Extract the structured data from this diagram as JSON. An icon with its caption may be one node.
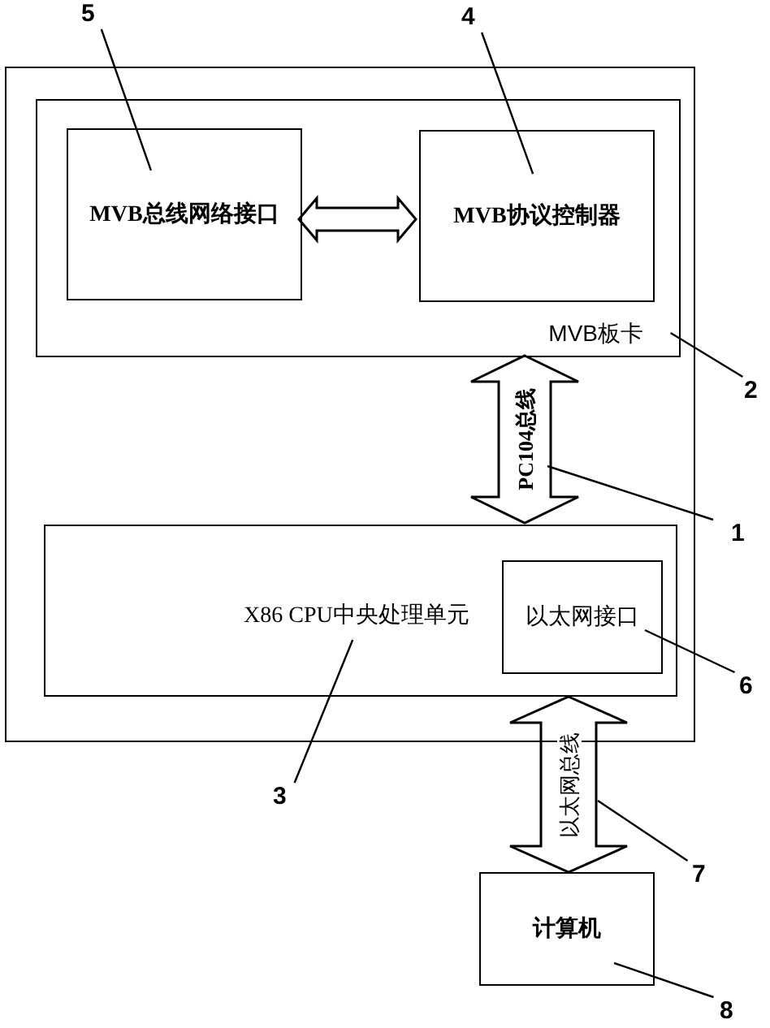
{
  "diagram": {
    "nodes": [
      {
        "text": [],
        "shape": "box"
      },
      {
        "text": [
          "MVB板卡"
        ],
        "in": 0
      },
      {
        "text": [
          "MVB总线网络接口"
        ],
        "in": 1
      },
      {
        "text": [
          "MVB协议控制器"
        ],
        "in": 1
      },
      {
        "text": [
          "X86 CPU中央处理单元"
        ],
        "in": 0
      },
      {
        "text": [
          "以太网接口"
        ],
        "in": 4
      },
      {
        "text": [
          "计算机"
        ]
      },
      {
        "text": [
          "5"
        ]
      },
      {
        "text": [
          "4"
        ]
      },
      {
        "text": [
          "2"
        ]
      },
      {
        "text": [
          "1"
        ]
      },
      {
        "text": [
          "3"
        ]
      },
      {
        "text": [
          "6"
        ]
      },
      {
        "text": [
          "7"
        ]
      },
      {
        "text": [
          "8"
        ]
      }
    ],
    "edges": [
      {
        "from": 2,
        "to": 3,
        "arrow": "both",
        "style": "thick"
      },
      {
        "from": 1,
        "to": 4,
        "arrow": "both",
        "style": "thick",
        "label": "PC104总线"
      },
      {
        "from": 4,
        "to": 6,
        "arrow": "both",
        "style": "thick",
        "label": "以太网总线"
      },
      {
        "from": 7,
        "to": 2,
        "arrow": "none"
      },
      {
        "from": 8,
        "to": 3,
        "arrow": "none"
      },
      {
        "from": 9,
        "to": 1,
        "arrow": "none"
      },
      {
        "from": 10,
        "to": null,
        "arrow": "none"
      },
      {
        "from": 11,
        "to": 4,
        "arrow": "none"
      },
      {
        "from": 12,
        "to": 5,
        "arrow": "none"
      },
      {
        "from": 13,
        "to": null,
        "arrow": "none"
      },
      {
        "from": 14,
        "to": 6,
        "arrow": "none"
      }
    ]
  }
}
